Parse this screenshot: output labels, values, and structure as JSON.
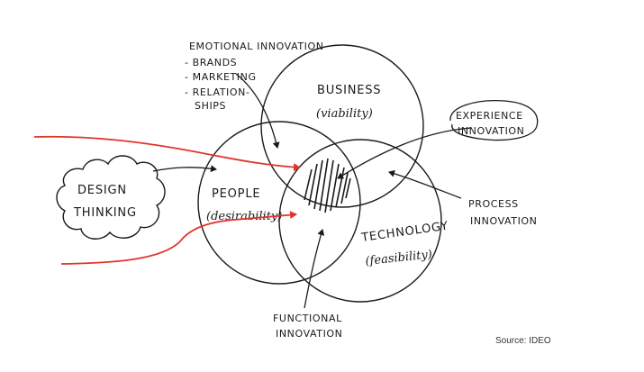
{
  "diagram": {
    "circles": {
      "business": {
        "title": "BUSINESS",
        "subtitle": "(viability)"
      },
      "people": {
        "title": "PEOPLE",
        "subtitle": "(desirability)"
      },
      "technology": {
        "title": "TECHNOLOGY",
        "subtitle": "(feasibility)"
      }
    },
    "design_thinking": {
      "line1": "DESIGN",
      "line2": "THINKING"
    },
    "emotional_innovation": {
      "title": "EMOTIONAL INNOVATION",
      "items": [
        "- BRANDS",
        "- MARKETING",
        "- RELATION-",
        "SHIPS"
      ]
    },
    "experience_innovation": {
      "line1": "EXPERIENCE",
      "line2": "INNOVATION"
    },
    "process_innovation": {
      "line1": "PROCESS",
      "line2": "INNOVATION"
    },
    "functional_innovation": {
      "line1": "FUNCTIONAL",
      "line2": "INNOVATION"
    },
    "colors": {
      "ink": "#1a1a1a",
      "accent": "#e0352b"
    }
  },
  "source": "Source: IDEO"
}
